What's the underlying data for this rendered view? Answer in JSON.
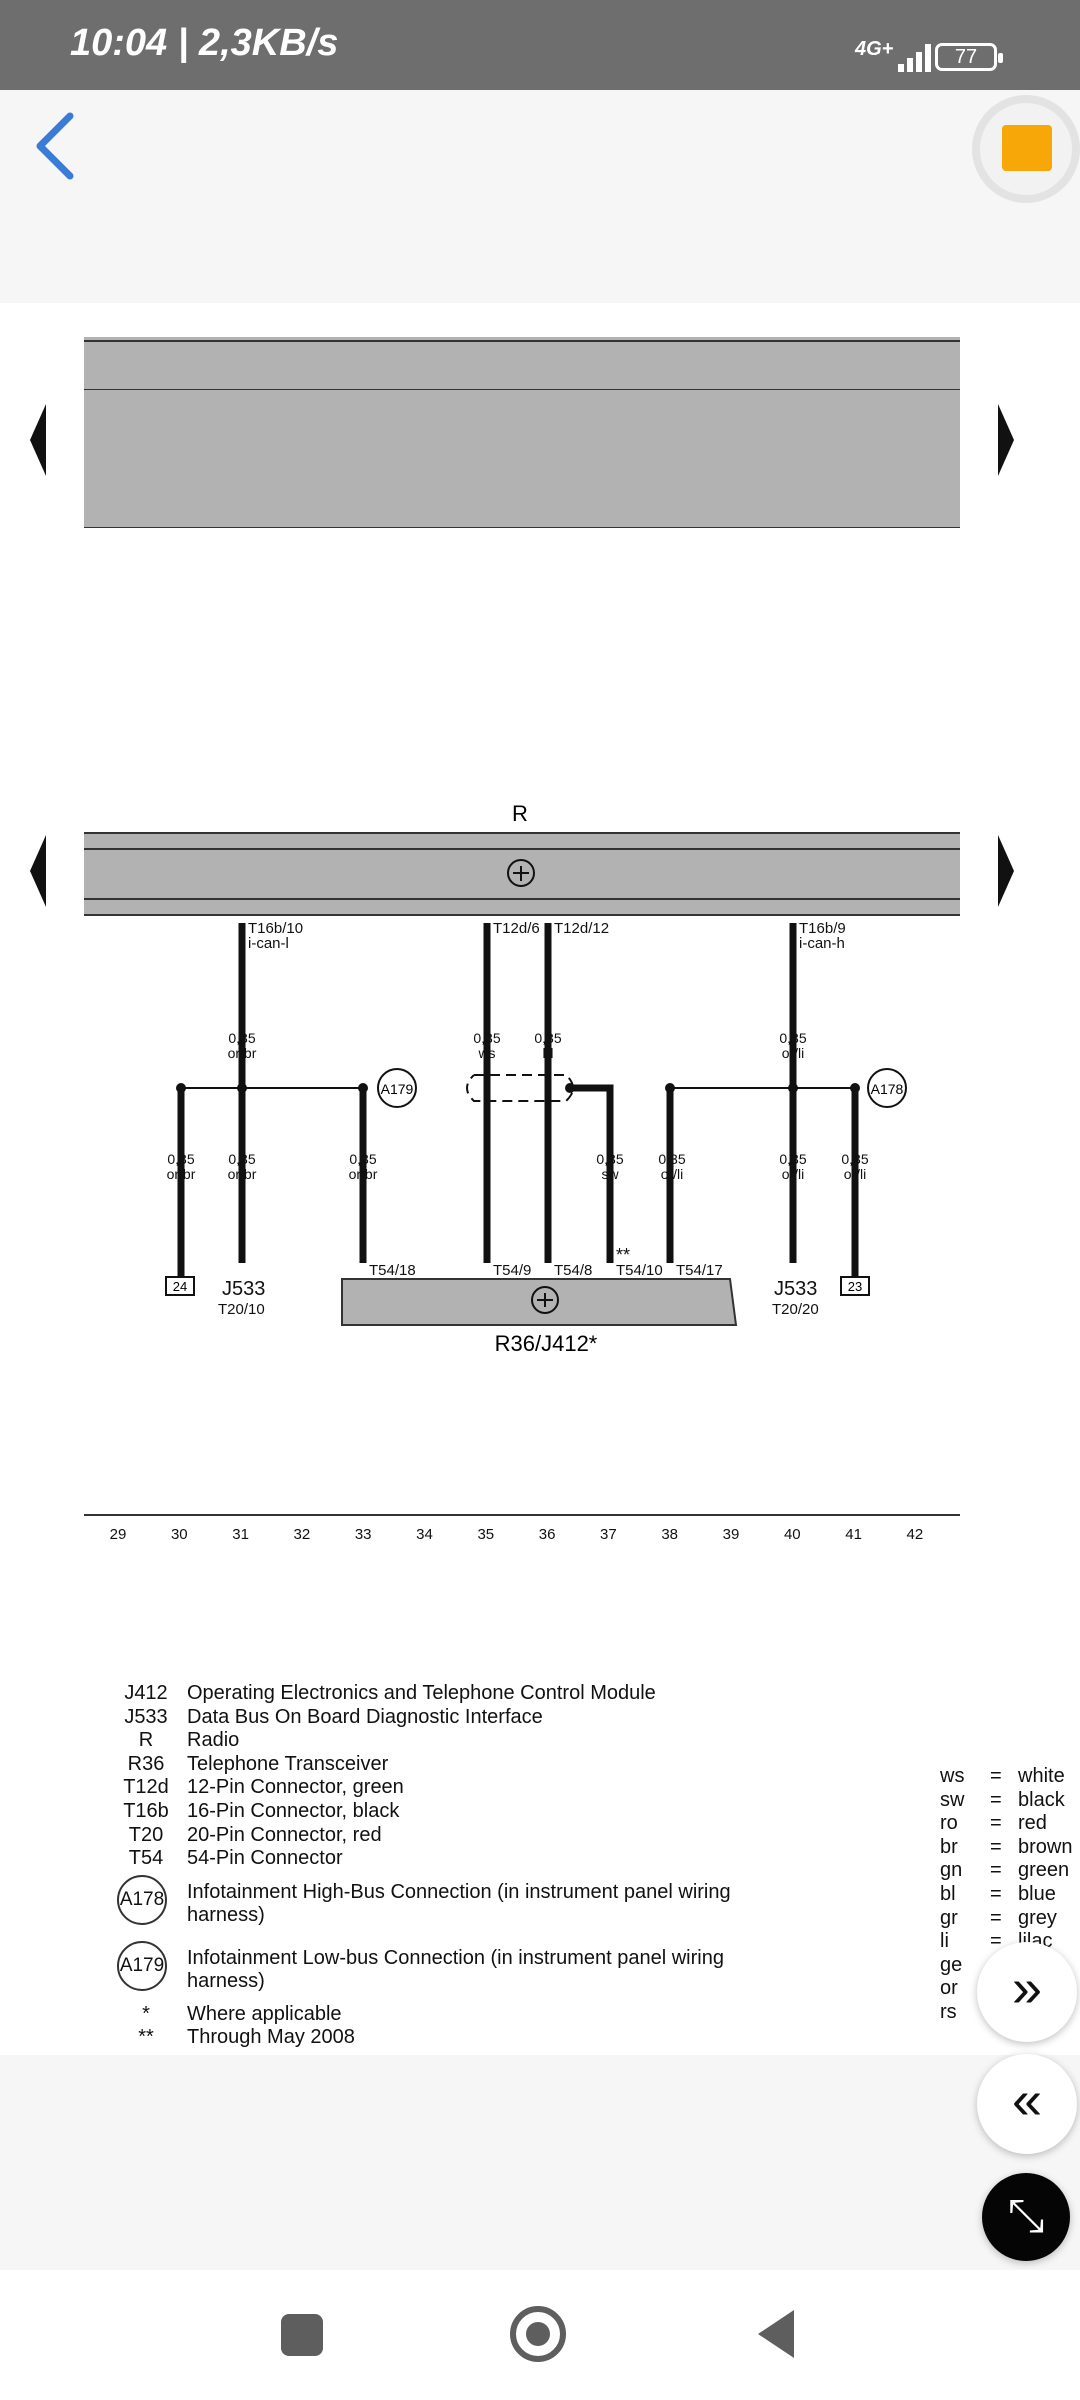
{
  "status": {
    "time": "10:04 | 2,3KB/s",
    "network": "4G+",
    "battery": "77"
  },
  "schematic": {
    "top_label": "R",
    "bottom_label": "R36/J412*",
    "connectors": {
      "t16b10": "T16b/10",
      "ican_l": "i-can-l",
      "t12d6": "T12d/6",
      "t12d12": "T12d/12",
      "t16b9": "T16b/9",
      "ican_h": "i-can-h",
      "t5418": "T54/18",
      "t549": "T54/9",
      "t548": "T54/8",
      "t5410": "T54/10",
      "t5417": "T54/17",
      "dstar": "**"
    },
    "wire_labels": {
      "top": [
        {
          "size": "0,35",
          "color": "or/br"
        },
        {
          "size": "0,35",
          "color": "ws"
        },
        {
          "size": "0,35",
          "color": "bl"
        },
        {
          "size": "0,35",
          "color": "or/li"
        }
      ],
      "bottom": [
        {
          "size": "0,35",
          "color": "or/br"
        },
        {
          "size": "0,35",
          "color": "or/br"
        },
        {
          "size": "0,35",
          "color": "or/br"
        },
        {
          "size": "0,35",
          "color": "sw"
        },
        {
          "size": "0,35",
          "color": "or/li"
        },
        {
          "size": "0,35",
          "color": "or/li"
        },
        {
          "size": "0,35",
          "color": "or/li"
        }
      ]
    },
    "splices": {
      "a179": "A179",
      "a178": "A178"
    },
    "refs": {
      "ref24": "24",
      "ref23": "23",
      "j533": "J533",
      "j533_sub": "533",
      "t2010": "T20/10",
      "t2020": "T20/20"
    },
    "columns": [
      "29",
      "30",
      "31",
      "32",
      "33",
      "34",
      "35",
      "36",
      "37",
      "38",
      "39",
      "40",
      "41",
      "42"
    ]
  },
  "legend": [
    {
      "code": "J412",
      "desc": "Operating Electronics and Telephone Control Module"
    },
    {
      "code": "J533",
      "desc": "Data Bus On Board Diagnostic Interface"
    },
    {
      "code": "R",
      "desc": "Radio"
    },
    {
      "code": "R36",
      "desc": "Telephone Transceiver"
    },
    {
      "code": "T12d",
      "desc": "12-Pin Connector, green"
    },
    {
      "code": "T16b",
      "desc": "16-Pin Connector, black"
    },
    {
      "code": "T20",
      "desc": "20-Pin Connector, red"
    },
    {
      "code": "T54",
      "desc": "54-Pin Connector"
    }
  ],
  "legend_circles": [
    {
      "code": "A178",
      "line1": "Infotainment High-Bus Connection (in instrument panel wiring",
      "line2": "harness)"
    },
    {
      "code": "A179",
      "line1": "Infotainment Low-bus Connection (in instrument panel wiring",
      "line2": "harness)"
    }
  ],
  "legend_notes": [
    {
      "code": "*",
      "desc": "Where applicable"
    },
    {
      "code": "**",
      "desc": "Through May 2008"
    }
  ],
  "color_codes": [
    {
      "abbr": "ws",
      "eq": "=",
      "name": "white"
    },
    {
      "abbr": "sw",
      "eq": "=",
      "name": "black"
    },
    {
      "abbr": "ro",
      "eq": "=",
      "name": "red"
    },
    {
      "abbr": "br",
      "eq": "=",
      "name": "brown"
    },
    {
      "abbr": "gn",
      "eq": "=",
      "name": "green"
    },
    {
      "abbr": "bl",
      "eq": "=",
      "name": "blue"
    },
    {
      "abbr": "gr",
      "eq": "=",
      "name": "grey"
    },
    {
      "abbr": "li",
      "eq": "=",
      "name": "lilac"
    },
    {
      "abbr": "ge",
      "eq": "",
      "name": ""
    },
    {
      "abbr": "or",
      "eq": "",
      "name": ""
    },
    {
      "abbr": "rs",
      "eq": "",
      "name": ""
    }
  ],
  "fabs": {
    "next": "»",
    "prev": "«",
    "collapse": "⤡"
  },
  "colors": {
    "statusbar": "#6e6e6e",
    "accent_blue": "#3a7bd5",
    "file_orange": "#f7a707",
    "panel_grey": "#b2b2b2"
  }
}
